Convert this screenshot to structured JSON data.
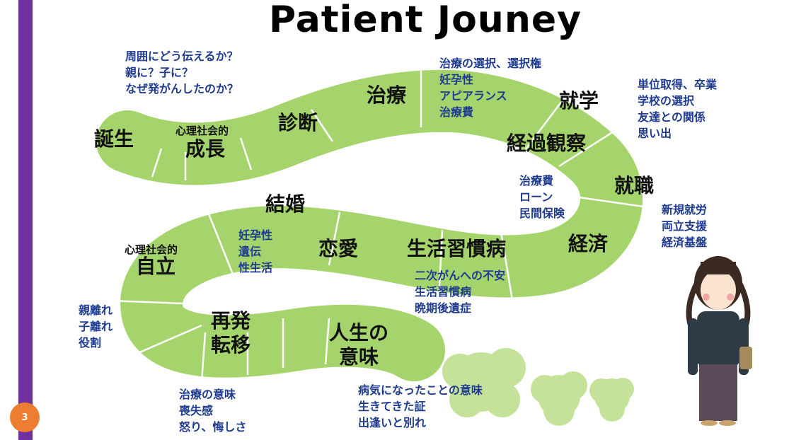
{
  "slide": {
    "title": "Patient Jouney",
    "page_number": "3",
    "colors": {
      "path": "#a6d46c",
      "accent_bar": "#7030a0",
      "page_badge": "#ed7d31",
      "note_text": "#1f3b8f",
      "cloud": "#c5e29a"
    }
  },
  "stages": {
    "birth": "誕生",
    "growth_prefix": "心理社会的",
    "growth": "成長",
    "diagnosis": "診断",
    "treatment": "治療",
    "schooling": "就学",
    "followup": "経過観察",
    "employment": "就職",
    "economy": "経済",
    "lifestyle_disease": "生活習慣病",
    "romance": "恋愛",
    "marriage": "結婚",
    "independence_prefix": "心理社会的",
    "independence": "自立",
    "relapse_line1": "再発",
    "relapse_line2": "転移",
    "meaning_line1": "人生の",
    "meaning_line2": "意味"
  },
  "notes": {
    "diagnosis": [
      "周囲にどう伝えるか？",
      "親に？子に？",
      "なぜ発がんしたのか？"
    ],
    "treatment": [
      "治療の選択、選択権",
      "妊孕性",
      "アピアランス",
      "治療費"
    ],
    "schooling": [
      "単位取得、卒業",
      "学校の選択",
      "友達との関係",
      "思い出"
    ],
    "costs": [
      "治療費",
      "ローン",
      "民間保険"
    ],
    "employment": [
      "新規就労",
      "両立支援",
      "経済基盤"
    ],
    "marriage": [
      "妊孕性",
      "遺伝",
      "性生活"
    ],
    "lifestyle": [
      "二次がんへの不安",
      "生活習慣病",
      "晩期後遺症"
    ],
    "independence": [
      "親離れ",
      "子離れ",
      "役割"
    ],
    "relapse": [
      "治療の意味",
      "喪失感",
      "怒り、悔しさ"
    ],
    "meaning": [
      "病気になったことの意味",
      "生きてきた証",
      "出逢いと別れ"
    ]
  }
}
